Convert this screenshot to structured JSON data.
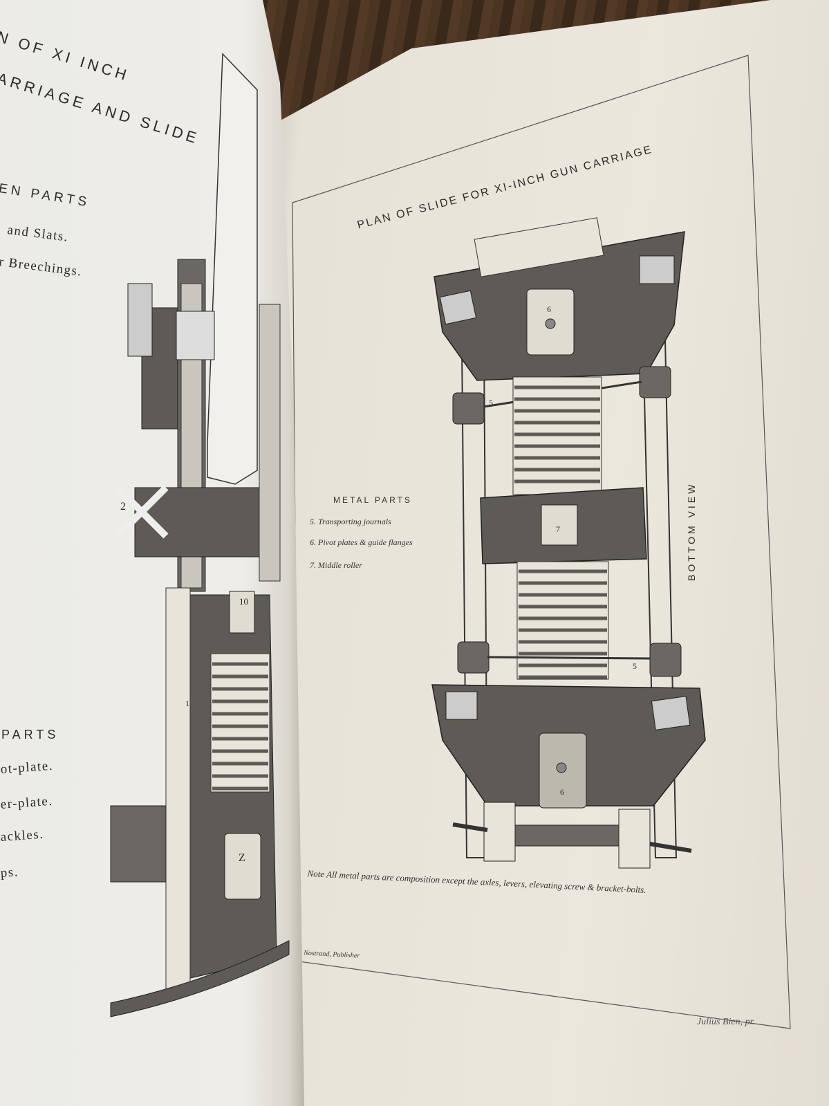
{
  "left_page": {
    "title_line1": "N OF XI INCH",
    "title_line2": "ARRIAGE AND SLIDE",
    "wooden_heading": "EN PARTS",
    "wooden_item1": "and Slats.",
    "wooden_item2": "r Breechings.",
    "metal_heading": "PARTS",
    "metal_item1": "ot-plate.",
    "metal_item2": "er-plate.",
    "metal_item3": "ackles.",
    "metal_item4": "ps.",
    "part_label_2": "2",
    "part_label_10": "10",
    "part_label_1": "1",
    "part_label_z": "Z"
  },
  "right_page": {
    "title": "PLAN OF SLIDE FOR XI-INCH GUN CARRIAGE",
    "side_title": "BOTTOM VIEW",
    "metal_parts_heading": "METAL PARTS",
    "metal_parts": [
      "5. Transporting journals",
      "6. Pivot plates & guide flanges",
      "7. Middle roller"
    ],
    "note": "Note All metal parts are composition except the axles, levers, elevating screw & bracket-bolts.",
    "publisher": "n Nostrand, Publisher",
    "signature": "Julius Bien, pr.",
    "label_5a": "5",
    "label_5b": "5",
    "label_6a": "6",
    "label_6b": "6",
    "label_7": "7"
  },
  "colors": {
    "paper": "#ebe7dd",
    "ink": "#2b2b2b",
    "wood_dark": "#5e5a55",
    "table": "#3b2a1c"
  }
}
